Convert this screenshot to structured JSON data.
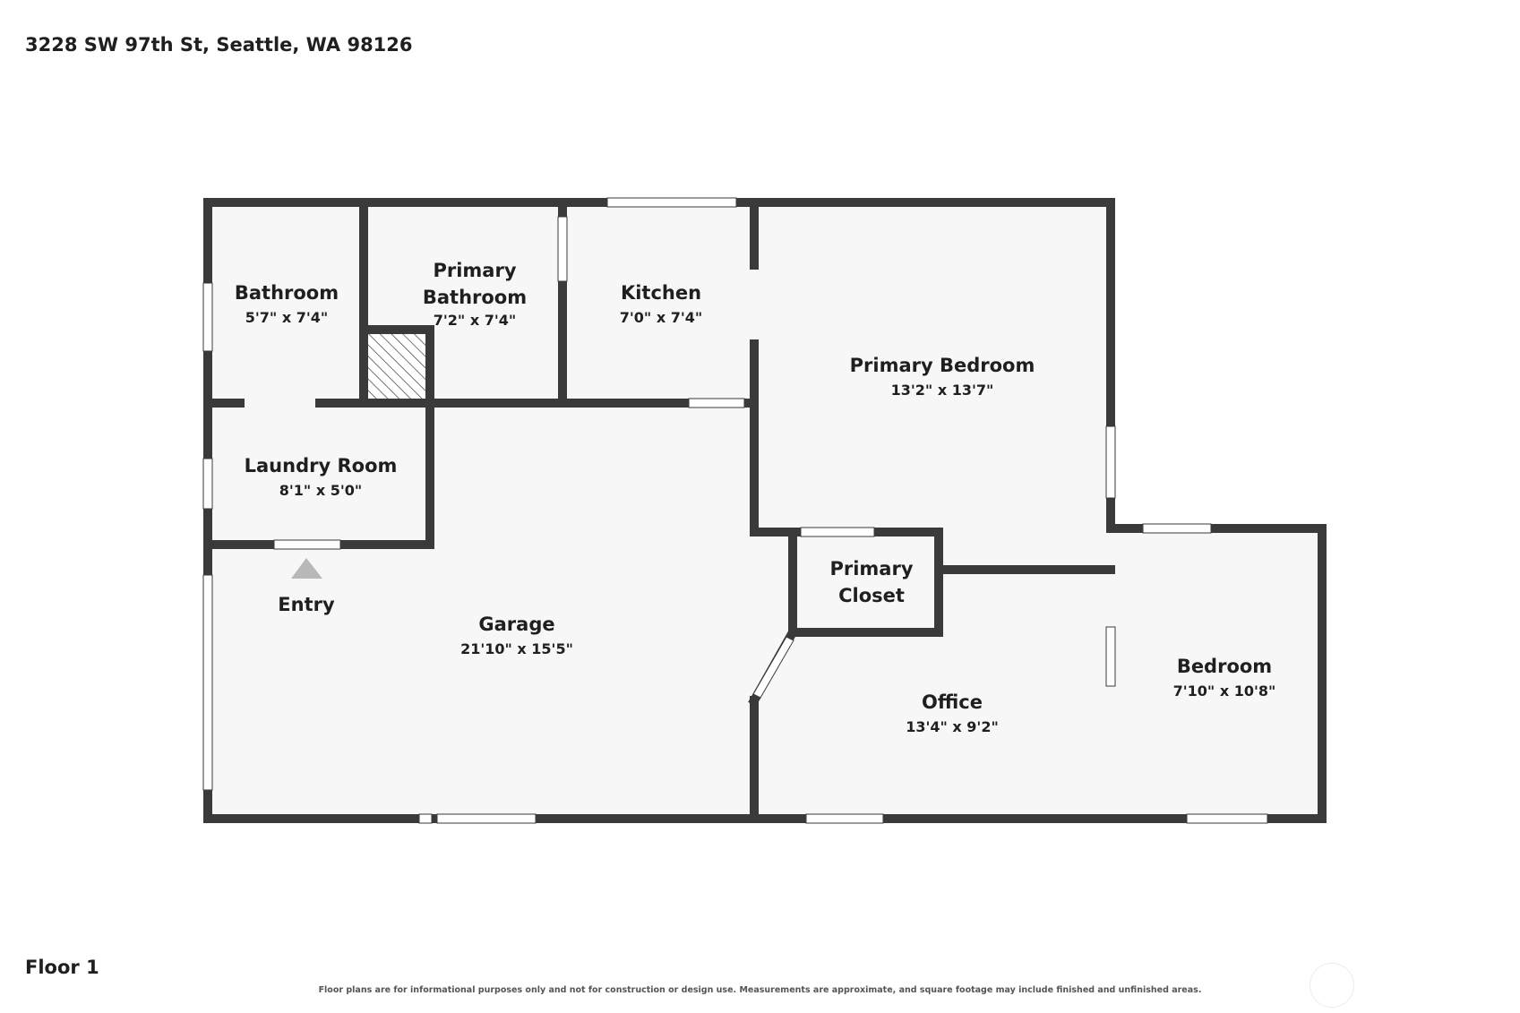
{
  "header": {
    "address": "3228 SW 97th St, Seattle, WA 98126"
  },
  "footer": {
    "floor_label": "Floor 1",
    "disclaimer": "Floor plans are for informational purposes only and not for construction or design use. Measurements are approximate, and square footage may include finished and unfinished areas."
  },
  "rooms": {
    "bathroom": {
      "name": "Bathroom",
      "dims": "5'7\" x 7'4\""
    },
    "primary_bathroom": {
      "name_line1": "Primary",
      "name_line2": "Bathroom",
      "dims": "7'2\" x 7'4\""
    },
    "kitchen": {
      "name": "Kitchen",
      "dims": "7'0\" x 7'4\""
    },
    "primary_bedroom": {
      "name": "Primary Bedroom",
      "dims": "13'2\" x 13'7\""
    },
    "laundry_room": {
      "name": "Laundry Room",
      "dims": "8'1\" x 5'0\""
    },
    "entry": {
      "name": "Entry"
    },
    "garage": {
      "name": "Garage",
      "dims": "21'10\" x 15'5\""
    },
    "primary_closet": {
      "name_line1": "Primary",
      "name_line2": "Closet"
    },
    "office": {
      "name": "Office",
      "dims": "13'4\" x 9'2\""
    },
    "bedroom": {
      "name": "Bedroom",
      "dims": "7'10\" x 10'8\""
    }
  },
  "colors": {
    "wall": "#3a3a3a",
    "floor": "#f7f7f7",
    "window": "#ffffff",
    "entry_marker": "#b8b8b8"
  },
  "icons": {
    "entry_marker": "triangle-up-icon",
    "compass": "compass-icon"
  }
}
